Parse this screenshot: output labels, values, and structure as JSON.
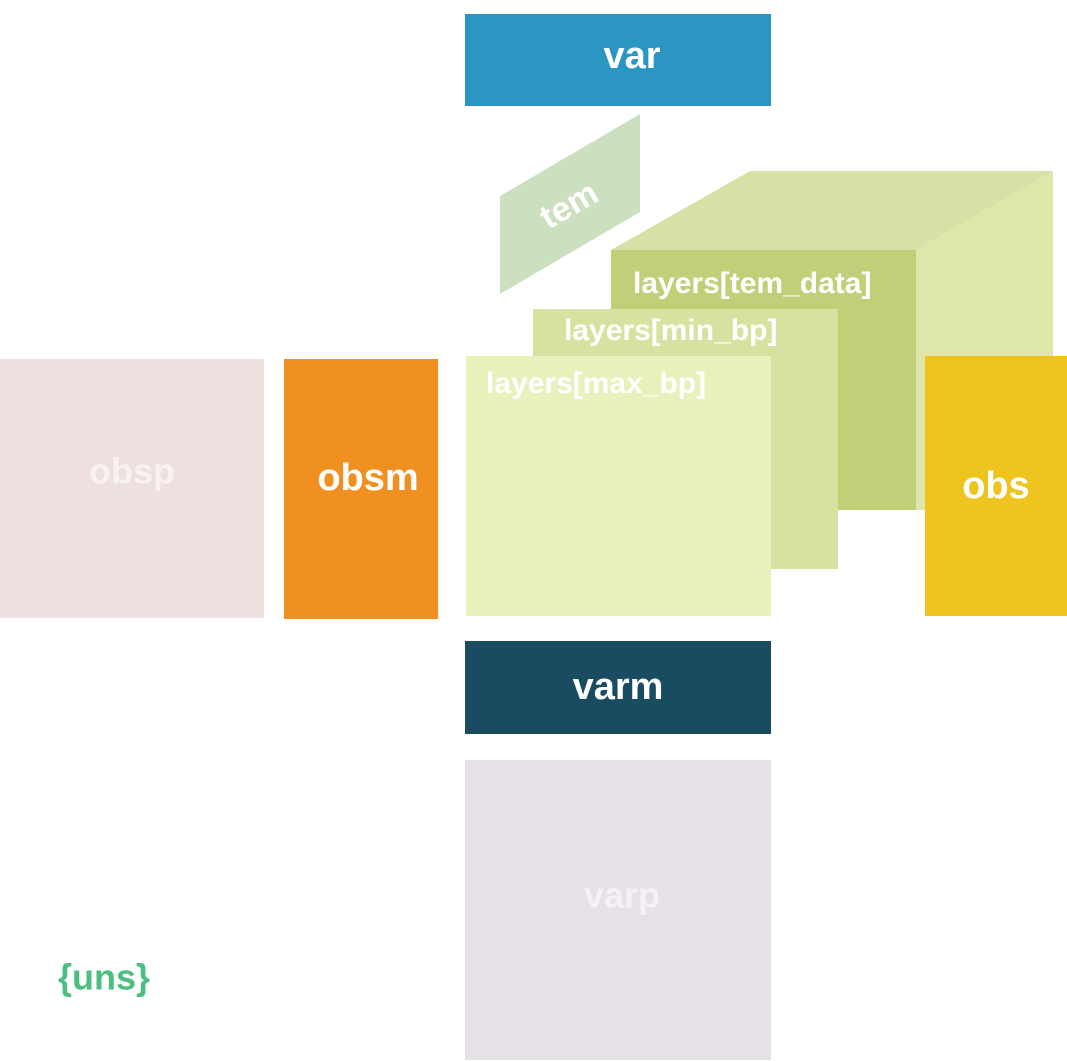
{
  "blocks": {
    "var": {
      "label": "var",
      "color": "#2C96C2",
      "text_color": "#FFFFFF"
    },
    "varm": {
      "label": "varm",
      "color": "#1A4C61",
      "text_color": "#FFFFFF"
    },
    "varp": {
      "label": "varp",
      "color": "#E5E1E7",
      "text_color": "#F4F2F5"
    },
    "obsm": {
      "label": "obsm",
      "color": "#EF9021",
      "text_color": "#FFFFFF"
    },
    "obsp": {
      "label": "obsp",
      "color": "#EEE0DF",
      "text_color": "#F8F2F1"
    },
    "obs": {
      "label": "obs",
      "color": "#EEC41F",
      "text_color": "#FFFFFF"
    },
    "tem": {
      "label": "tem",
      "color": "#CCDFBF",
      "text_color": "#FFFFFF"
    },
    "uns": {
      "label": "{uns}",
      "color": "#4CBE80"
    }
  },
  "layers": [
    {
      "label": "layers[tem_data]",
      "color": "#C0CF78",
      "top_color": "#D9E0A6",
      "side_color": "#DFE6AA",
      "text_color": "#FFFFFF"
    },
    {
      "label": "layers[min_bp]",
      "color": "#D6E3A0",
      "text_color": "#FFFFFF"
    },
    {
      "label": "layers[max_bp]",
      "color": "#E7F1BC",
      "text_color": "#FFFFFF"
    }
  ]
}
